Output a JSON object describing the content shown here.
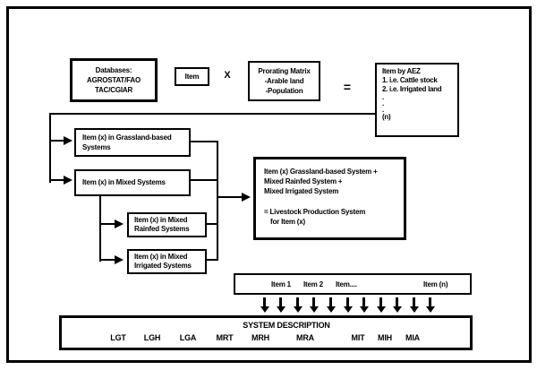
{
  "colors": {
    "ink": "#000000",
    "paper": "#ffffff"
  },
  "flow": {
    "databases": {
      "l1": "Databases:",
      "l2": "AGROSTAT/FAO",
      "l3": "TAC/CGIAR"
    },
    "item": "Item",
    "times": "X",
    "prorating": {
      "l1": "Prorating Matrix",
      "l2": "-Arable land",
      "l3": "-Population"
    },
    "equals": "=",
    "aez": {
      "l1": "Item by AEZ",
      "l2": "1. i.e. Cattle stock",
      "l3": "2. i.e. Irrigated land",
      "dot": ".",
      "ln": "(n)"
    },
    "grassland": {
      "l1": "Item (x) in Grassland-based",
      "l2": "Systems"
    },
    "mixed": "Item (x) in Mixed Systems",
    "rainfed": {
      "l1": "Item (x) in Mixed",
      "l2": "Rainfed Systems"
    },
    "irrigated": {
      "l1": "Item (x) in Mixed",
      "l2": "Irrigated Systems"
    },
    "result": {
      "l1": "Item (x) Grassland-based System +",
      "l2": "Mixed Rainfed System +",
      "l3": "Mixed Irrigated System",
      "l4": "= Livestock Production System",
      "l5": "for Item (x)"
    },
    "items_strip": {
      "i1": "Item 1",
      "i2": "Item 2",
      "i3": "Item....",
      "i4": "Item (n)"
    },
    "system_description": {
      "title": "SYSTEM DESCRIPTION",
      "codes": [
        "LGT",
        "LGH",
        "LGA",
        "MRT",
        "MRH",
        "MRA",
        "MIT",
        "MIH",
        "MIA"
      ]
    }
  }
}
